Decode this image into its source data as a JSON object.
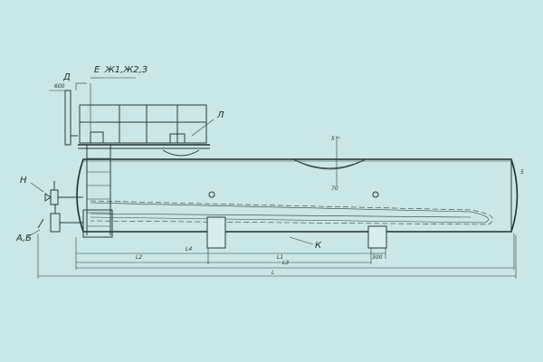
{
  "callouts": {
    "d": "Д",
    "e": "Е",
    "zh": "Ж1,Ж2,З",
    "l": "Л",
    "n": "Н",
    "ab": "А,Б",
    "k": "К"
  },
  "dimensions": {
    "d600": "600",
    "L": "L",
    "L1": "L1",
    "L2": "L2",
    "L3": "L3",
    "L4": "L4",
    "d300": "300",
    "d5": "5",
    "s5": "5",
    "c70": "70"
  }
}
